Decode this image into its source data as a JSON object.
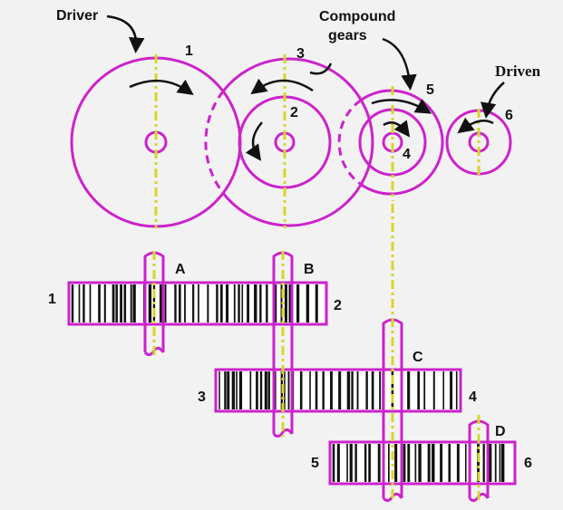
{
  "labels": {
    "driver": "Driver",
    "compound_line1": "Compound",
    "compound_line2": "gears",
    "driven": "Driven",
    "gear1": "1",
    "gear2": "2",
    "gear3": "3",
    "gear4": "4",
    "gear5": "5",
    "gear6": "6",
    "shaft_a": "A",
    "shaft_b": "B",
    "shaft_c": "C",
    "shaft_d": "D",
    "side1": "1",
    "side2": "2",
    "side3": "3",
    "side4": "4",
    "side5": "5",
    "side6": "6"
  },
  "colors": {
    "gear": "#cc22cc",
    "shaft_centerline": "#d6d628",
    "teeth": "#111111",
    "background": "#f2f2f2"
  }
}
